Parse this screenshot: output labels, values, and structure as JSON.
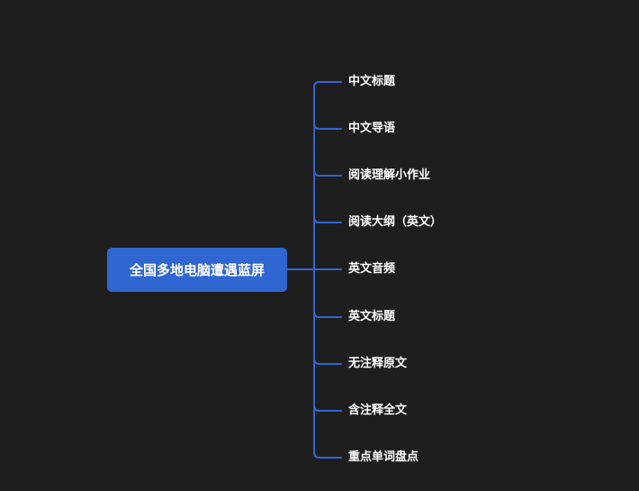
{
  "mindmap": {
    "root": {
      "label": "全国多地电脑遭遇蓝屏"
    },
    "branches": [
      {
        "label": "中文标题"
      },
      {
        "label": "中文导语"
      },
      {
        "label": "阅读理解小作业"
      },
      {
        "label": "阅读大纲（英文）"
      },
      {
        "label": "英文音频"
      },
      {
        "label": "英文标题"
      },
      {
        "label": "无注释原文"
      },
      {
        "label": "含注释全文"
      },
      {
        "label": "重点单词盘点"
      }
    ],
    "colors": {
      "background": "#1e1e1f",
      "root_fill": "#2f66d1",
      "connector": "#2f66d1",
      "text": "#ffffff"
    }
  }
}
